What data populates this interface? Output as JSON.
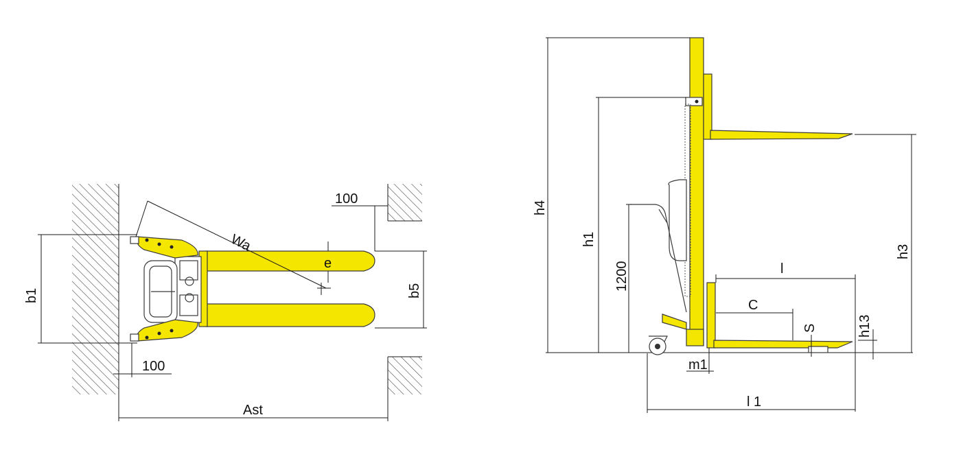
{
  "colors": {
    "truck_yellow": "#f5e600",
    "line": "#1a1a1a",
    "hatch": "#555555",
    "background": "#ffffff"
  },
  "top_view": {
    "labels": {
      "wa": "Wa",
      "e": "e",
      "b1": "b1",
      "b5": "b5",
      "clearance_top": "100",
      "clearance_bottom": "100",
      "ast": "Ast"
    }
  },
  "side_view": {
    "labels": {
      "h4": "h4",
      "h1": "h1",
      "h3": "h3",
      "height_1200": "1200",
      "l": "l",
      "c": "C",
      "h13": "h13",
      "s": "S",
      "m1": "m1",
      "l1": "l 1"
    }
  }
}
